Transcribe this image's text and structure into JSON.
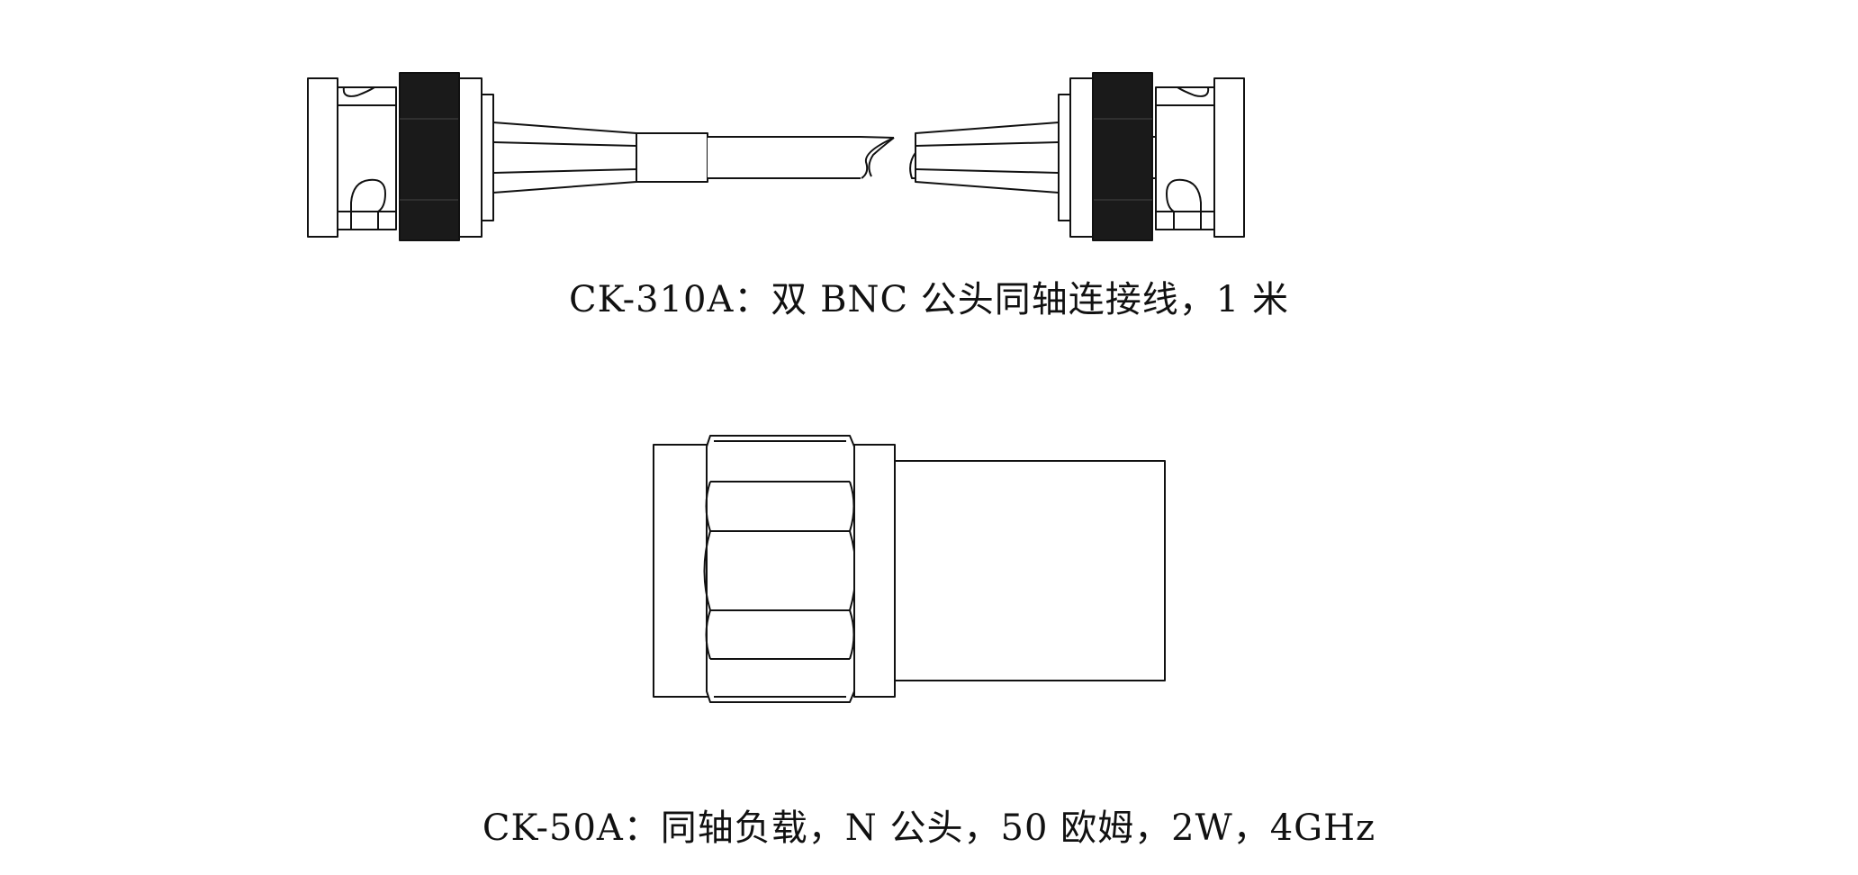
{
  "products": [
    {
      "id": "cable",
      "caption": "CK-310A：双 BNC 公头同轴连接线，1 米"
    },
    {
      "id": "load",
      "caption": "CK-50A：同轴负载，N 公头，50 欧姆，2W，4GHz"
    }
  ],
  "colors": {
    "line": "#111111",
    "fill": "#ffffff",
    "knurl": "#1a1a1a"
  },
  "icons": {
    "cable": "bnc-male-coax-cable-icon",
    "load": "n-male-coax-load-icon"
  }
}
